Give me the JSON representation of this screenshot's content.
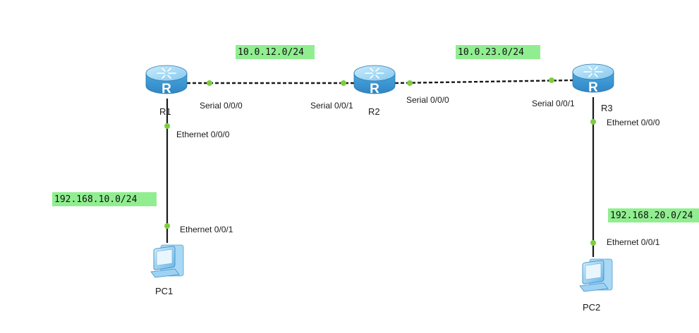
{
  "devices": {
    "r1": {
      "label": "R1",
      "glyph": "R"
    },
    "r2": {
      "label": "R2",
      "glyph": "R"
    },
    "r3": {
      "label": "R3",
      "glyph": "R"
    },
    "pc1": {
      "label": "PC1"
    },
    "pc2": {
      "label": "PC2"
    }
  },
  "interfaces": {
    "r1_s000": "Serial 0/0/0",
    "r2_s001": "Serial 0/0/1",
    "r2_s000": "Serial 0/0/0",
    "r3_s001": "Serial 0/0/1",
    "r1_e000": "Ethernet 0/0/0",
    "pc1_e001": "Ethernet 0/0/1",
    "r3_e000": "Ethernet 0/0/0",
    "pc2_e001": "Ethernet 0/0/1"
  },
  "networks": {
    "r1_r2": "10.0.12.0/24",
    "r2_r3": "10.0.23.0/24",
    "lan1": "192.168.10.0/24",
    "lan2": "192.168.20.0/24"
  },
  "colors": {
    "network_label_bg": "#90ee90",
    "port_dot": "#7ccf3c",
    "router_body": "#5ab4e8",
    "router_top": "#a6dbf7",
    "pc_body": "#8fcdf2",
    "link": "#1a1a1a"
  }
}
